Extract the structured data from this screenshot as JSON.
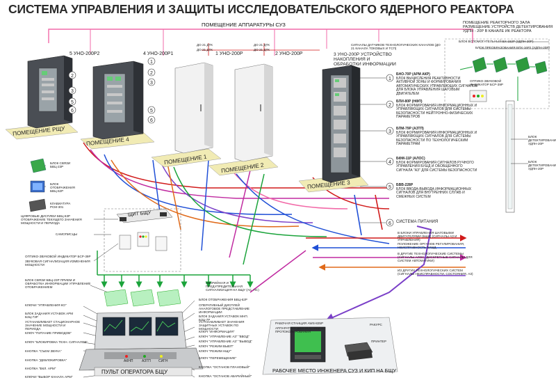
{
  "title": "СИСТЕМА УПРАВЛЕНИЯ И ЗАЩИТЫ ИССЛЕДОВАТЕЛЬСКОГО ЯДЕРНОГО РЕАКТОРА",
  "rooms": {
    "suz_equipment": "ПОМЕЩЕНИЕ АППАРАТУРЫ СУЗ",
    "rshu": "ПОМЕЩЕНИЕ РЩУ",
    "room4": "ПОМЕЩЕНИЕ 4",
    "room1": "ПОМЕЩЕНИЕ 1",
    "room2": "ПОМЕЩЕНИЕ 2",
    "room3": "ПОМЕЩЕНИЕ 3",
    "reactor_hall": "ПОМЕЩЕНИЕ РЕАКТОРНОГО ЗАЛА РАЗМЕЩЕНИЕ УСТРОЙСТВ ДЕТЕКТИРОВАНИЯ УДПН - 20Р В КАНАЛЕ ИК РЕАКТОРА"
  },
  "cabinets": {
    "c5": "5  УНО-200Р2",
    "c4": "4  УНО-200Р1",
    "c1": "1  УНО-200Р",
    "c2": "2  УНО-200Р",
    "c3": "3  УНО-200Р УСТРОЙСТВО НАКОПЛЕНИЯ И ОБРАБОТКИ ИНФОРМАЦИИ"
  },
  "dtk": {
    "a": "ДО 21 ДТК",
    "b": "ДО 21 ДТК",
    "c": "ДО 21 ДТК",
    "d": "ДО 21 ДТК"
  },
  "sensor_signals": "СИГНАЛЫ ДАТЧИКОВ ТЕХНОЛОГИЧЕСКИХ КАНАЛОВ (ДО 21 КАНАЛА ТОКОВЫХ И ТСП)",
  "callouts": {
    "bno": "БНО-70Р (АРМ АКР)",
    "bno_desc": "БЛОК ВЫЧИСЛЕНИЯ РЕАКТИВНОСТИ АКТИВНОЙ ЗОНЫ И ФОРМИРОВАНИЯ АВТОМАТИЧЕСКИХ УПРАВЛЯЮЩИХ СИГНАЛОВ ДЛЯ БЛОКА УПРАВЛЕНИЯ ШАГОВЫМ ДВИГАТЕЛЕМ",
    "bpi": "БПИ-80Р (НФП)",
    "bpi_desc": "БЛОК ФОРМИРОВАНИЯ ИНФОРМАЦИОННЫХ И УПРАВЛЯЮЩИХ СИГНАЛОВ ДЛЯ СИСТЕМЫ БЕЗОПАСНОСТИ НЕЙТРОННО-ФИЗИЧЕСКИХ ПАРАМЕТРОВ",
    "bpm": "БПМ-79Р (АЗТП)",
    "bpm_desc": "БЛОК ФОРМИРОВАНИЯ ИНФОРМАЦИОННЫХ И УПРАВЛЯЮЩИХ СИГНАЛОВ ДЛЯ СИСТЕМЫ БЕЗОПАСНОСТИ ПО ТЕХНОЛОГИЧЕСКИМ ПАРАМЕТРАМ",
    "bfm": "БФМ-11Р (АЛОС)",
    "bfm_desc": "БЛОК ФОРМИРОВАНИЯ СИГНАЛОВ РУЧНОГО УПРАВЛЕНИЯ БУШД И ОБОБЩЕННОГО СИГНАЛА \"АЗ\" ДЛЯ СИСТЕМЫ БЕЗОПАСНОСТИ",
    "bvv": "БВВ-228Р",
    "bvv_desc": "БЛОК ВВОДА-ВЫВОДА ИНФОРМАЦИОННЫХ СИГНАЛОВ ДЛЯ ВНУТРЕННИХ СЛУЖБ И СМЕЖНЫХ СИСТЕМ",
    "sp": "СИСТЕМА ПИТАНИЯ"
  },
  "right_signals": {
    "s1": "В БЛОКИ УПРАВЛЕНИЯ ШАГОВЫМИ ДВИГАТЕЛЯМИ (БШД) (СИГНАЛЫ АЗ И УПРАВЛЕНИЯ)",
    "s2": "ПОЛОЖЕНИЕ ОРГАНОВ РЕГУЛИРОВАНИЯ, НЕИСПРАВНОСТЬ БУШД",
    "s3": "В ДРУГИЕ ТЕХНОЛОГИЧЕСКИЕ СИСТЕМЫ (СИГНАЛЫ АЛОС, ДИСКРЕТНЫЕ СИГНАЛЫ ДЛЯ СИСТЕМ АВТОМАТИКИ)",
    "s4": "ИЗ ДРУГИХ ТЕХНОЛОГИЧЕСКИХ СИСТЕМ (СИГНАЛЫ НЕИСПРАВНОСТИ, СОСТОЯНИЯ, АЗ)"
  },
  "reactor": {
    "bx": "БЛОК ВСПОМОГАТЕЛЬНЫЙ БХ-152Р (УДПН-20Р)",
    "bpb": "БЛОК ПРЕОБРАЗОВАНИЯ БПХ-16Р2 (УДПН-20Р)",
    "indicator": "ОПТИКО-ЗВУКОВОЙ ИНДИКАТОР БСР-39Р",
    "det1": "БЛОК ДЕТЕКТИРОВАНИЯ УДПН-20Р",
    "det2": "БЛОК ДЕТЕКТИРОВАНИЯ УДПН-20Р"
  },
  "left": {
    "bsv": "БЛОК СВЯЗИ БВЦ-23Р",
    "bo": "БЛОК ОТОБРАЖЕНИЯ БВЦ-62Р",
    "kb": "КЛАВИАТУРА РСМ-301",
    "digital": "ЦИФРОВЫЕ ДИСПЛЕИ БВЦ-63Р ОТОБРАЖЕНИЕ ТЕКУЩЕГО ЗНАЧЕНИЯ МОЩНОСТИ И ПЕРИОДА",
    "recorders": "САМОПИСЦЫ",
    "optic": "ОПТИКО-ЗВУКОВОЙ ИНДИКАТОР БСР-39Р",
    "sound": "ЗВУКОВАЯ СИГНАЛИЗАЦИЯ ИЗМЕНЕНИЯ МОЩНОСТИ",
    "bsv2": "БЛОК СВЯЗИ БВЦ-23Р ПРИЕМ И ОБРАБОТКА ИНФОРМАЦИИ УПРАВЛЕНИЕ ОТОБРАЖЕНИЕМ",
    "shchit": "ЩИТ БЩУ"
  },
  "alarm": "АВАРИЙНАЯ И ПРЕДУПРЕДИТЕЛЬНАЯ СИГНАЛИЗАЦИЯ НА БЩУ (АС, ПС)",
  "console_left": {
    "k1": "КЛЮЧИ \"УПРАВЛЕНИЯ КО\"",
    "k2": "БЛОК ЗАДАНИЯ УСТАВОК АРМ БЗЦ-73Р",
    "k3": "УСТАНАВЛИВАЕТ СТАЦИОНАРНОЕ ЗНАЧЕНИЕ МОЩНОСТИ И ПЕРИОДА",
    "k4": "КЛЮЧ \"ПИТАНИЕ ПРИВОДОВ\"",
    "k5": "КЛЮЧ \"БЛОКИРОВКА ТЕХН. СИГНАЛОВ\"",
    "k6": "КНОПКА \"СЪЕМ ЗВУКА\"",
    "k7": "КНОПКА \"ДЕБЛОКИРОВКА\"",
    "k8": "КНОПКА \"ВКЛ. АРМ\"",
    "k9": "КЛЮЧИ \"ВЫБОР КАНАЛА АРМ\""
  },
  "console_right": {
    "r1": "БЛОК ОТОБРАЖЕНИЯ БВЦ-62Р",
    "r2": "ОПЕРАТИВНЫЙ ДИСПЛЕЙ АНАЛОГОВОЕ ПРЕДСТАВЛЕНИЕ ИНФОРМАЦИИ",
    "r3": "БЛОК ЗАДАНИЯ УСТАВОК МНП. БЗЦ-7Р",
    "r4": "УСТАНАВЛИВАЕТ ЗНАЧЕНИЯ ЗАЩИТНЫХ УСТАВОК ПО МОЩНОСТИ",
    "r5": "КЛЮЧ \"ИНФОРМАЦИЯ\"",
    "r6": "КЛЮЧ \"УПРАВЛЕНИЕ АЗ\" \"ВВОД\"",
    "r7": "КЛЮЧ \"УПРАВЛЕНИЕ АЗ\" \"ВЫВОД\"",
    "r8": "КЛЮЧ \"РЕЖИМ ВЫЕП\"",
    "r9": "КЛЮЧ \"РЕЖИМ НЩУ\"",
    "r10": "КЛЮЧ \"ПЕРЕМЕЩЕНИЕ\"",
    "r11": "КНОПКА \"ОСТАНОВ ПЛАНОВЫЙ\"",
    "r12": "КНОПКА \"ОСТАНОВ АВАРИЙНЫЙ\""
  },
  "console_buttons": [
    "АКНП",
    "АЗТП",
    "СИГН"
  ],
  "console_title": "ПУЛЬТ ОПЕРАТОРА БЩУ",
  "workstation": {
    "station": "РАБОЧАЯ СТАНЦИЯ AWS-825P",
    "apparatus": "АППАРАТУРА ДИАГНОСТИКИ И ПРОТОКОЛИРОВАНИЯ",
    "rakurs": "РАКУРС",
    "printer": "ПРИНТЕР",
    "title": "РАБОЧЕЕ МЕСТО ИНЖЕНЕРА СУЗ И КИП НА БЩУ"
  },
  "colors": {
    "red": "#d11a1a",
    "blue": "#1f4fd6",
    "green": "#1aa33a",
    "magenta": "#c02aa0",
    "orange": "#e06a1a",
    "pink": "#f26aa8",
    "violet": "#7a3fc8",
    "cabinet_dark": "#3a3e44",
    "cabinet_light": "#eeeeee",
    "room_label_bg": "#f1ebb4"
  }
}
